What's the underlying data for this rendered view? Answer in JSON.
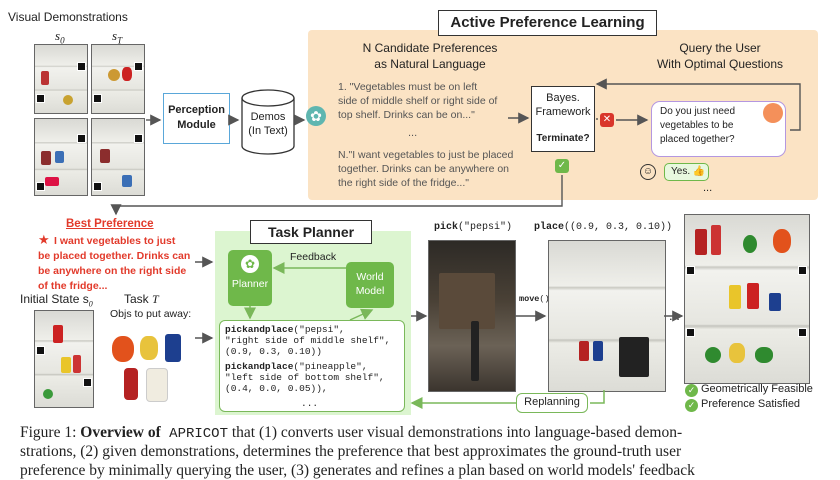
{
  "visual_demos": {
    "title": "Visual Demonstrations",
    "s0": "s",
    "s0_sub": "0",
    "sT": "s",
    "sT_sub": "T"
  },
  "perception": {
    "label": "Perception\nModule"
  },
  "demos": {
    "label": "Demos\n(In Text)"
  },
  "apl": {
    "title": "Active Preference Learning",
    "candidates_heading": "N Candidate Preferences\nas Natural Language",
    "candidates_N": "N",
    "candidate_1": "1. \"Vegetables must be on left\nside of middle shelf or right side of\ntop shelf. Drinks can be on...\"",
    "ellipsis": "...",
    "candidate_N": "N.\"I want vegetables to just be placed\ntogether. Drinks can be anywhere on\nthe right side of the fridge...\"",
    "bayes": "Bayes.\nFramework",
    "terminate": "Terminate?",
    "query_heading": "Query the User\nWith Optimal Questions",
    "question": "Do you just need\nvegetables to be\nplaced together?",
    "answer": "Yes. 👍",
    "dots": "..."
  },
  "best_preference": {
    "title": "Best Preference",
    "text": "I want vegetables to just\nbe placed together. Drinks can\nbe anywhere on the right side\nof the fridge..."
  },
  "initial_state": {
    "label": "Initial State s",
    "sub": "0"
  },
  "task": {
    "label": "Task",
    "symbol": "T"
  },
  "objs_label": "Objs to put away:",
  "planner": {
    "title": "Task Planner",
    "planner_label": "Planner",
    "world_model_label": "World\nModel",
    "feedback": "Feedback",
    "code": [
      {
        "fn": "pickandplace",
        "args": "(\"pepsi\",\n\"right side of middle shelf\",\n(0.9, 0.3, 0.10))"
      },
      {
        "fn": "pickandplace",
        "args": "(\"pineapple\",\n\"left side of bottom shelf\",\n(0.4, 0.0, 0.05)),"
      }
    ],
    "code_ellipsis": "..."
  },
  "execution": {
    "pick_fn": "pick",
    "pick_arg": "(\"pepsi\")",
    "place_fn": "place",
    "place_arg": "((0.9, 0.3, 0.10))",
    "move_fn": "move",
    "move_arg": "()",
    "replanning": "Replanning",
    "dots": "..."
  },
  "checks": [
    "Geometrically Feasible",
    "Preference Satisfied"
  ],
  "caption": {
    "line1_prefix": "Figure 1: ",
    "line1_bold": "Overview of",
    "line1_mono": " APRICOT",
    "line1_rest": " that (1) converts user visual demonstrations into language-based demon-",
    "line2": "strations, (2) given demonstrations, determines the preference that best approximates the ground-truth user",
    "line3": "preference by minimally querying the user, (3) generates and refines a plan based on world models' feedback"
  },
  "colors": {
    "peach": "#fbe3c4",
    "green_bg": "#dcf5d0",
    "green_border": "#7ab85a",
    "blue": "#5aa7d9",
    "red": "#e23a2b",
    "purple": "#b497e0"
  }
}
